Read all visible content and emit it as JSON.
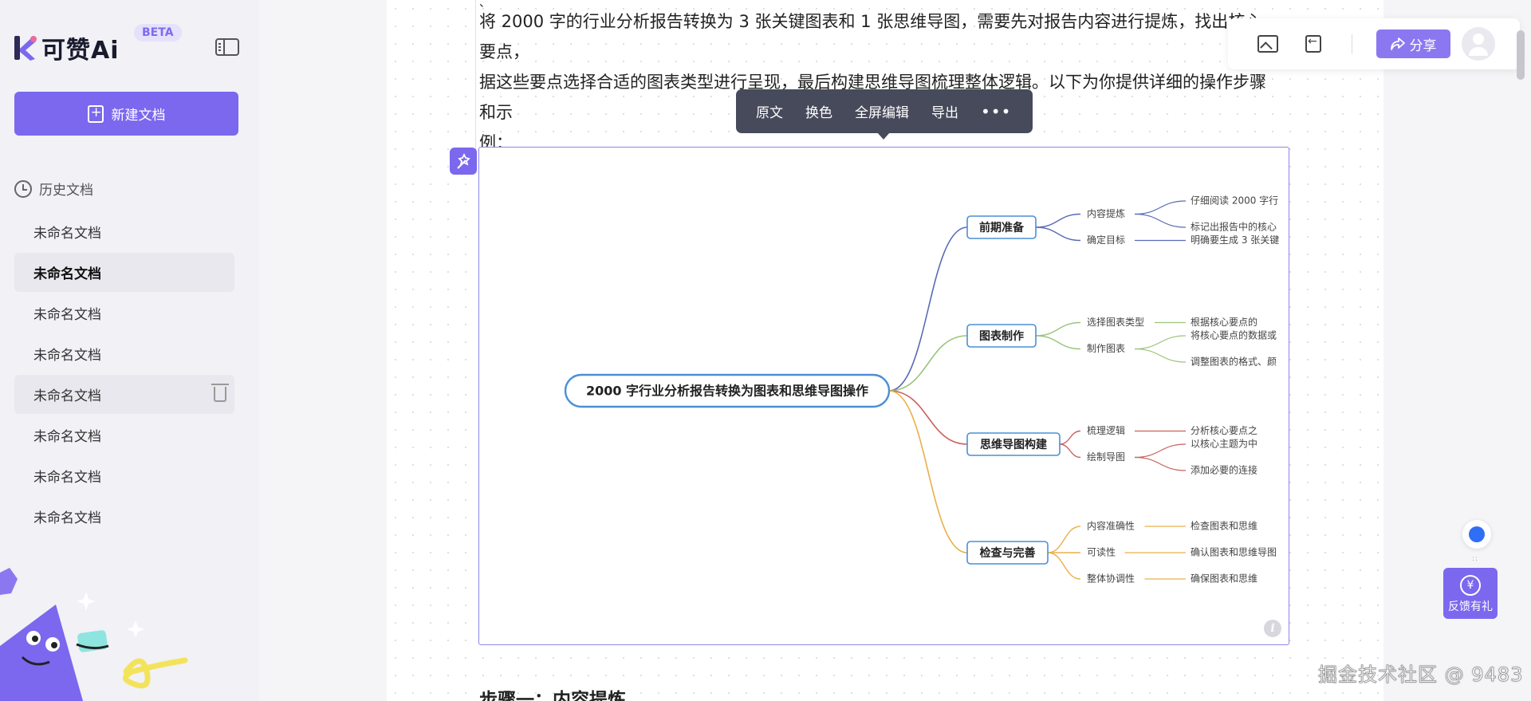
{
  "brand": {
    "name": "可赞Ai",
    "badge": "BETA"
  },
  "sidebar": {
    "new_doc_label": "新建文档",
    "history_label": "历史文档",
    "items": [
      {
        "label": "未命名文档"
      },
      {
        "label": "未命名文档"
      },
      {
        "label": "未命名文档"
      },
      {
        "label": "未命名文档"
      },
      {
        "label": "未命名文档"
      },
      {
        "label": "未命名文档"
      },
      {
        "label": "未命名文档"
      },
      {
        "label": "未命名文档"
      }
    ]
  },
  "document": {
    "mark": "、",
    "line1": "将 2000 字的行业分析报告转换为 3 张关键图表和 1 张思维导图，需要先对报告内容进行提炼，找出核心要点，",
    "line2": "据这些要点选择合适的图表类型进行呈现，最后构建思维导图梳理整体逻辑。以下为你提供详细的操作步骤和示",
    "line3": "例：",
    "step_heading": "步骤一：内容提炼"
  },
  "float_toolbar": {
    "original": "原文",
    "recolor": "换色",
    "fullscreen_edit": "全屏编辑",
    "export": "导出",
    "more": "•••"
  },
  "mindmap": {
    "root": "2000 字行业分析报告转换为图表和思维导图操作",
    "branches": [
      {
        "label": "前期准备",
        "color": "#5b6bb5",
        "children": [
          {
            "label": "内容提炼",
            "leaves": [
              "仔细阅读 2000 字行",
              "标记出报告中的核心"
            ]
          },
          {
            "label": "确定目标",
            "leaves": [
              "明确要生成 3 张关键"
            ]
          }
        ]
      },
      {
        "label": "图表制作",
        "color": "#9bc47a",
        "children": [
          {
            "label": "选择图表类型",
            "leaves": [
              "根据核心要点的"
            ]
          },
          {
            "label": "制作图表",
            "leaves": [
              "将核心要点的数据或",
              "调整图表的格式、颜"
            ]
          }
        ]
      },
      {
        "label": "思维导图构建",
        "color": "#c9615c",
        "children": [
          {
            "label": "梳理逻辑",
            "leaves": [
              "分析核心要点之"
            ]
          },
          {
            "label": "绘制导图",
            "leaves": [
              "以核心主题为中",
              "添加必要的连接"
            ]
          }
        ]
      },
      {
        "label": "检查与完善",
        "color": "#e9b04a",
        "children": [
          {
            "label": "内容准确性",
            "leaves": [
              "检查图表和思维"
            ]
          },
          {
            "label": "可读性",
            "leaves": [
              "确认图表和思维导图"
            ]
          },
          {
            "label": "整体协调性",
            "leaves": [
              "确保图表和思维"
            ]
          }
        ]
      }
    ],
    "info_symbol": "i"
  },
  "header": {
    "share_label": "分享"
  },
  "widgets": {
    "feedback_label": "反馈有礼",
    "yen_symbol": "¥",
    "drag_dots": "::"
  },
  "watermark": "掘金技术社区 @ 9483"
}
